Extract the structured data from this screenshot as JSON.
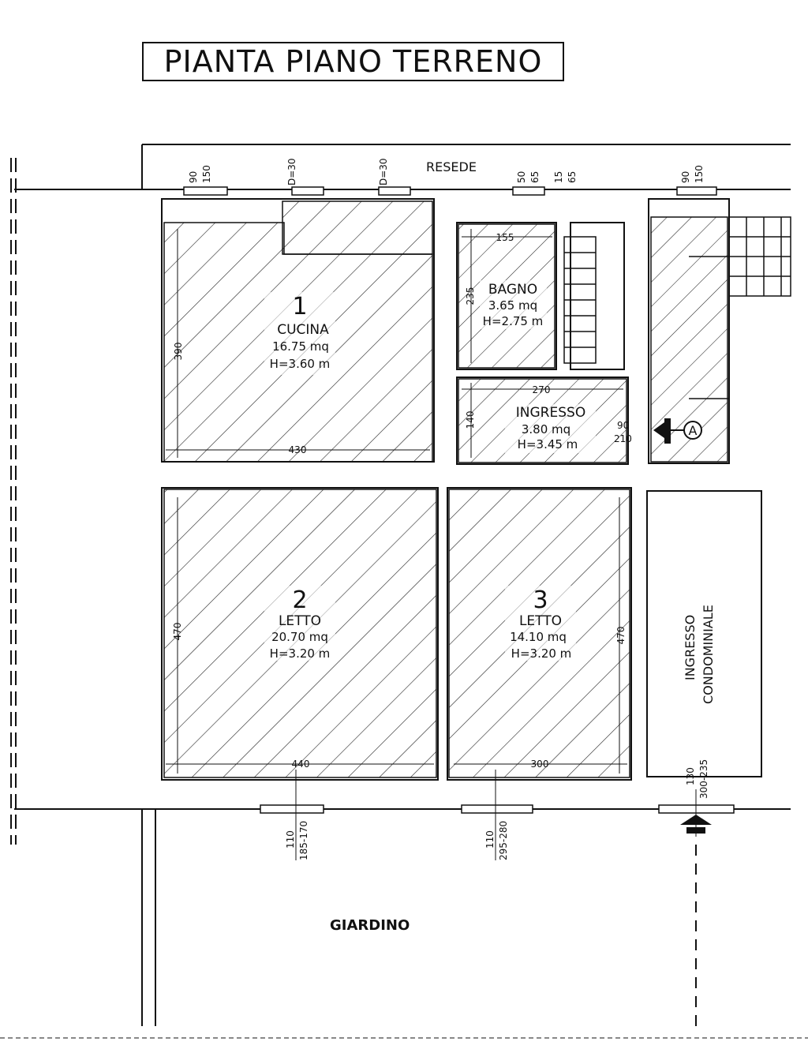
{
  "title": "PIANTA PIANO TERRENO",
  "areas": {
    "resede": "RESEDE",
    "giardino": "GIARDINO",
    "ingresso_condominiale_1": "INGRESSO",
    "ingresso_condominiale_2": "CONDOMINIALE"
  },
  "rooms": [
    {
      "num": "1",
      "name": "CUCINA",
      "area": "16.75 mq",
      "height": "H=3.60 m"
    },
    {
      "num": "",
      "name": "BAGNO",
      "area": "3.65 mq",
      "height": "H=2.75 m"
    },
    {
      "num": "",
      "name": "INGRESSO",
      "area": "3.80 mq",
      "height": "H=3.45 m"
    },
    {
      "num": "2",
      "name": "LETTO",
      "area": "20.70 mq",
      "height": "H=3.20 m"
    },
    {
      "num": "3",
      "name": "LETTO",
      "area": "14.10 mq",
      "height": "H=3.20 m"
    }
  ],
  "dimensions": {
    "cucina_width": "430",
    "cucina_depth": "390",
    "bagno_width": "155",
    "bagno_depth": "235",
    "ingresso_width": "270",
    "ingresso_depth": "140",
    "letto2_width": "440",
    "letto2_depth": "470",
    "letto3_width": "300",
    "letto3_depth": "470"
  },
  "openings": {
    "w1a": "90",
    "w1b": "150",
    "d1": "D=30",
    "d2": "D=30",
    "w2a": "50",
    "w2b": "65",
    "w3a": "15",
    "w3b": "65",
    "w4a": "90",
    "w4b": "150",
    "door_a": "90",
    "door_b": "210",
    "w5a": "110",
    "w5b": "185-170",
    "w6a": "110",
    "w6b": "295-280",
    "w7a": "130",
    "w7b": "300-235"
  },
  "marker": "A"
}
